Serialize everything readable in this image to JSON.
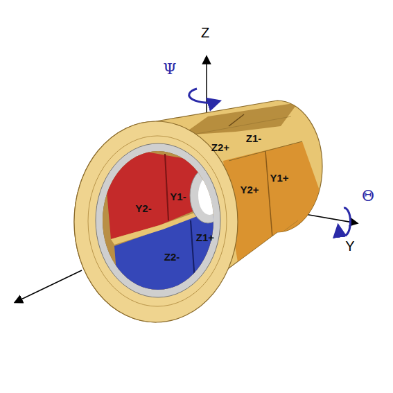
{
  "diagram": {
    "labels": [
      "Z",
      "Ψ",
      "Z1-",
      "Z2+",
      "Y1+",
      "Y2+",
      "Θ",
      "Y2-",
      "Y1-",
      "Y",
      "Z1+",
      "Z2-"
    ]
  }
}
